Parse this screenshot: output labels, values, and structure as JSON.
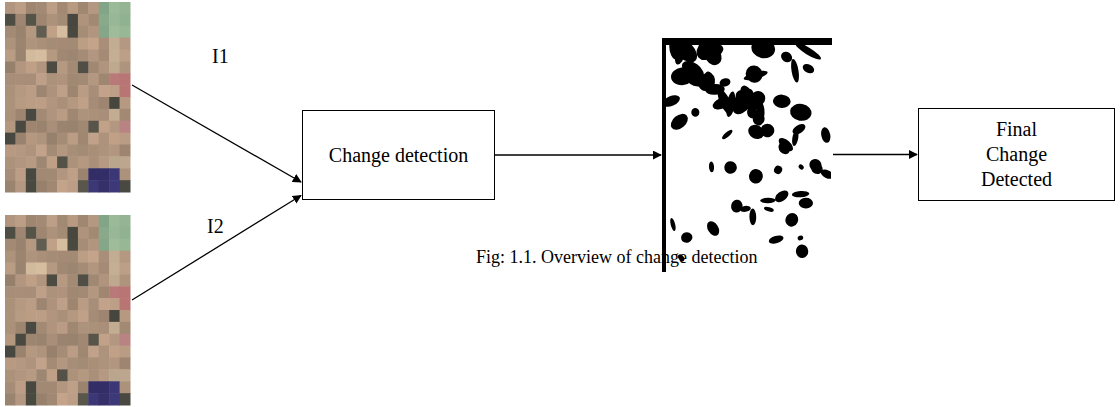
{
  "diagram": {
    "caption": "Fig: 1.1. Overview of change detection",
    "nodes": [
      {
        "text": [
          "Change detection"
        ]
      },
      {
        "text": [
          "Final Change Detected"
        ]
      }
    ],
    "labels": [
      "I1",
      "I2"
    ]
  }
}
